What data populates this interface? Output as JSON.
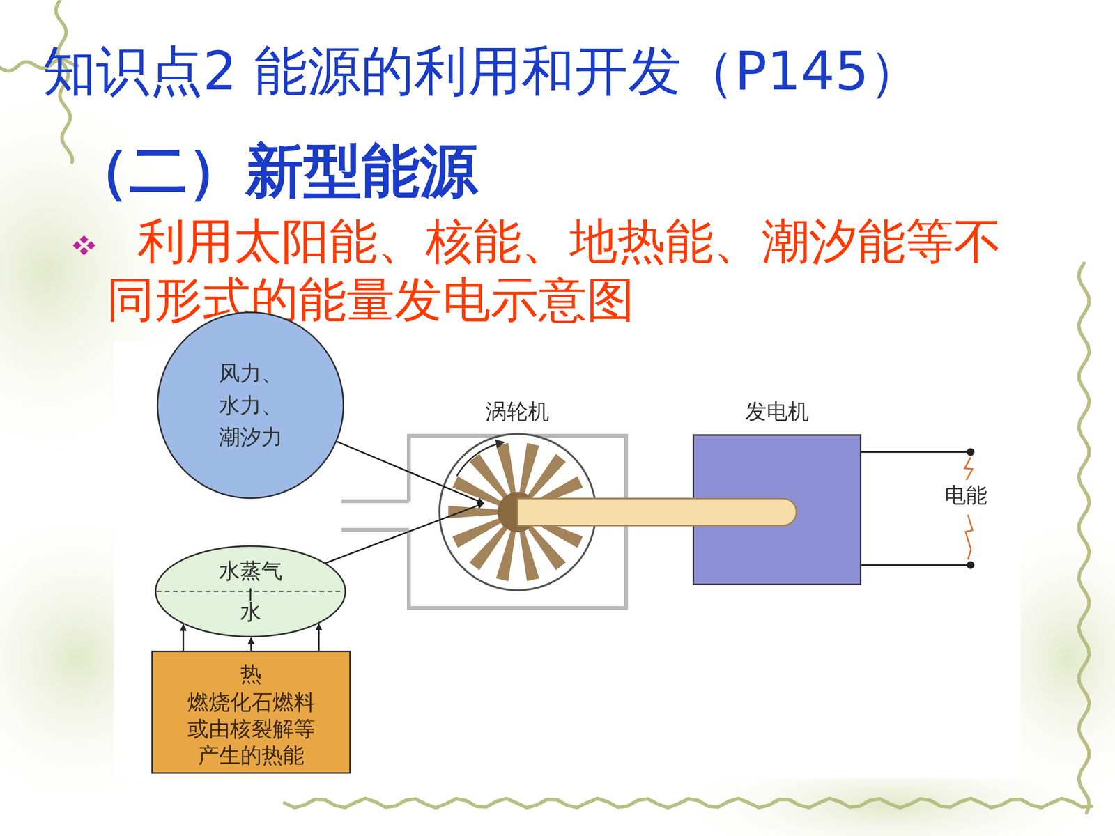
{
  "diagram": {
    "title": "知识点2 能源的利用和开发（P145）",
    "nodes": [
      {
        "text": [
          "风力、 水力、 潮汐力"
        ]
      },
      {
        "text": [
          "涡轮机"
        ]
      },
      {
        "text": [
          "发电机"
        ]
      },
      {
        "text": [
          "水蒸气",
          "水"
        ]
      },
      {
        "text": [
          "热",
          "燃烧化石燃料 或由核裂解等 产生的热能"
        ]
      }
    ],
    "edges": [
      {
        "from": 0,
        "to": 1,
        "arrow": "to"
      },
      {
        "from": 3,
        "to": 1,
        "arrow": "to"
      },
      {
        "from": 4,
        "to": 3,
        "arrow": "to"
      }
    ],
    "labels": [
      "（二）新型能源",
      "利用太阳能、核能、地热能、潮汐能等不同形式的能量发电示意图",
      "电能"
    ]
  }
}
